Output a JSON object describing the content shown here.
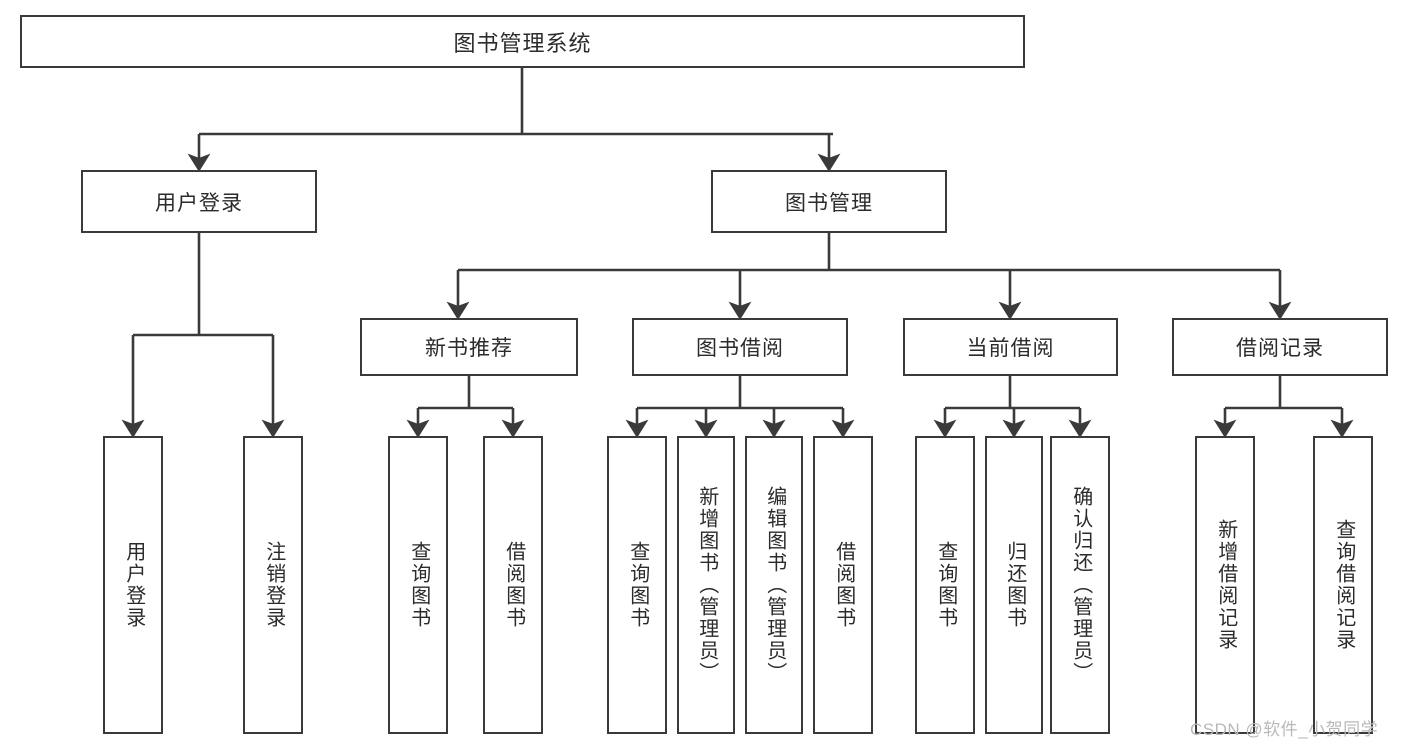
{
  "diagram": {
    "type": "tree",
    "title": "图书管理系统",
    "watermark": "CSDN @软件_小贺同学",
    "colors": {
      "stroke": "#3a3a3a",
      "fill": "#ffffff",
      "text": "#2b2b2b",
      "watermark": "#b9b9b9"
    }
  },
  "nodes": {
    "root": {
      "label": "图书管理系统"
    },
    "level1": [
      {
        "id": "user-login",
        "label": "用户登录"
      },
      {
        "id": "book-manage",
        "label": "图书管理"
      }
    ],
    "level2": [
      {
        "id": "new-book-recommend",
        "label": "新书推荐"
      },
      {
        "id": "book-borrow",
        "label": "图书借阅"
      },
      {
        "id": "current-borrow",
        "label": "当前借阅"
      },
      {
        "id": "borrow-record",
        "label": "借阅记录"
      }
    ],
    "leaves": {
      "user_login": [
        {
          "id": "leaf-user-login",
          "label": "用户登录"
        },
        {
          "id": "leaf-logout-login",
          "label": "注销登录"
        }
      ],
      "new_book_recommend": [
        {
          "id": "leaf-query-book-1",
          "label": "查询图书"
        },
        {
          "id": "leaf-borrow-book-1",
          "label": "借阅图书"
        }
      ],
      "book_borrow": [
        {
          "id": "leaf-query-book-2",
          "label": "查询图书"
        },
        {
          "id": "leaf-add-book",
          "label": "新增图书（管理员）"
        },
        {
          "id": "leaf-edit-book",
          "label": "编辑图书（管理员）"
        },
        {
          "id": "leaf-borrow-book-2",
          "label": "借阅图书"
        }
      ],
      "current_borrow": [
        {
          "id": "leaf-query-book-3",
          "label": "查询图书"
        },
        {
          "id": "leaf-return-book",
          "label": "归还图书"
        },
        {
          "id": "leaf-confirm-return",
          "label": "确认归还（管理员）"
        }
      ],
      "borrow_record": [
        {
          "id": "leaf-add-record",
          "label": "新增借阅记录"
        },
        {
          "id": "leaf-query-record",
          "label": "查询借阅记录"
        }
      ]
    }
  }
}
